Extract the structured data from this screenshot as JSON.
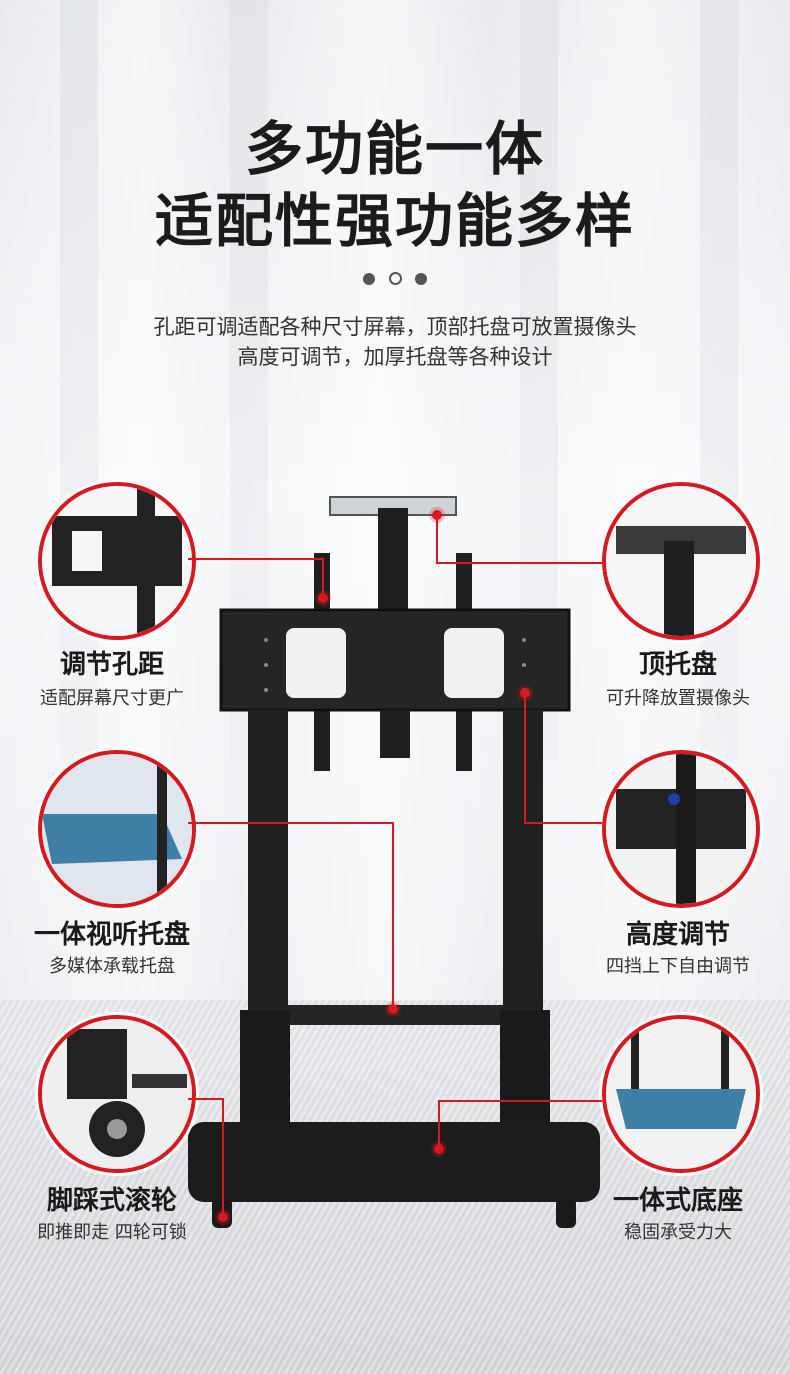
{
  "header": {
    "title_line1": "多功能一体",
    "title_line2": "适配性强功能多样",
    "desc_line1": "孔距可调适配各种尺寸屏幕，顶部托盘可放置摄像头",
    "desc_line2": "高度可调节，加厚托盘等各种设计"
  },
  "features": {
    "left": [
      {
        "title": "调节孔距",
        "subtitle": "适配屏幕尺寸更广"
      },
      {
        "title": "一体视听托盘",
        "subtitle": "多媒体承载托盘"
      },
      {
        "title": "脚踩式滚轮",
        "subtitle": "即推即走 四轮可锁"
      }
    ],
    "right": [
      {
        "title": "顶托盘",
        "subtitle": "可升降放置摄像头"
      },
      {
        "title": "高度调节",
        "subtitle": "四挡上下自由调节"
      },
      {
        "title": "一体式底座",
        "subtitle": "稳固承受力大"
      }
    ]
  },
  "colors": {
    "accent": "#d8181e",
    "stand": "#1f1f1f",
    "shelf_blue": "#3f7fa6"
  }
}
